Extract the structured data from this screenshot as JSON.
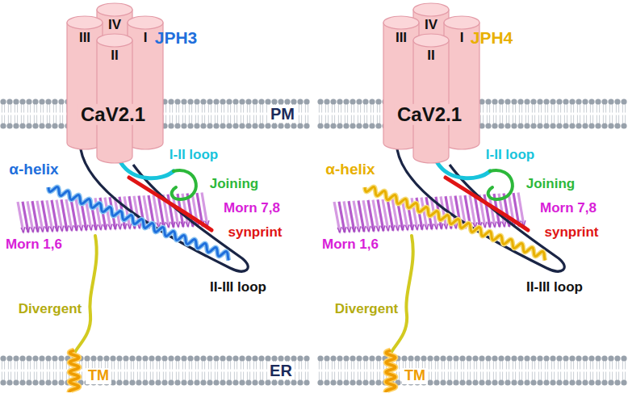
{
  "diagram": {
    "nodes": [
      {
        "text": [
          "IV"
        ]
      },
      {
        "text": [
          "III"
        ]
      },
      {
        "text": [
          "I"
        ]
      },
      {
        "text": [
          "II"
        ]
      },
      {
        "text": [
          "IV"
        ]
      },
      {
        "text": [
          "III"
        ]
      },
      {
        "text": [
          "I"
        ]
      },
      {
        "text": [
          "II"
        ]
      }
    ],
    "labels": [
      "JPH3",
      "PM",
      "CaV2.1",
      "I-II loop",
      "α-helix",
      "Joining",
      "Morn 7,8",
      "synprint",
      "Morn 1,6",
      "II-III loop",
      "Divergent",
      "TM",
      "ER",
      "JPH4",
      "CaV2.1",
      "I-II loop",
      "α-helix",
      "Joining",
      "Morn 7,8",
      "synprint",
      "Morn 1,6",
      "II-III loop",
      "Divergent",
      "TM"
    ]
  }
}
